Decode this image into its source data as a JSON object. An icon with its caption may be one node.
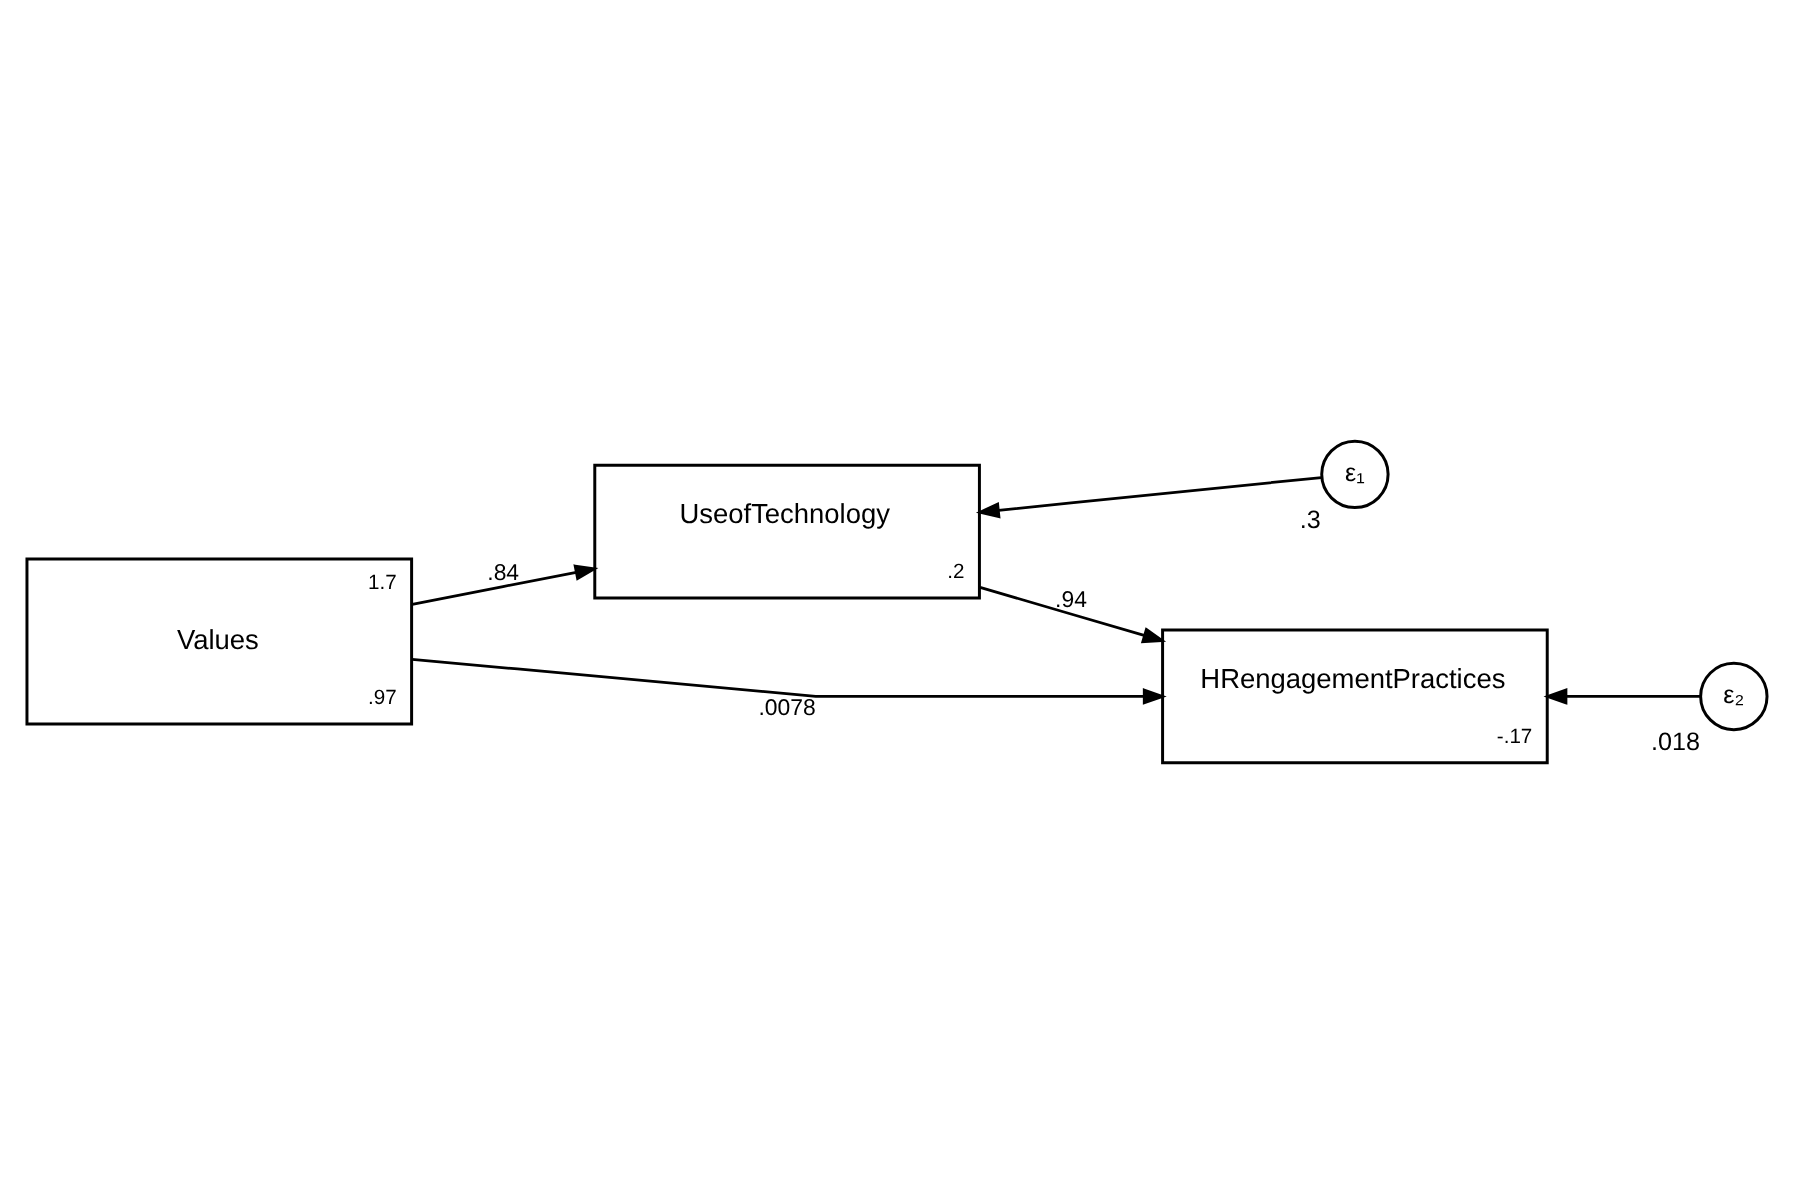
{
  "diagram": {
    "nodes": [
      {
        "text": [
          "Values",
          "1.7",
          ".97"
        ]
      },
      {
        "text": [
          "UseofTechnology",
          ".2"
        ]
      },
      {
        "text": [
          "HRengagementPractices",
          "-.17"
        ]
      },
      {
        "text": [
          "ε₁"
        ],
        "beside": [
          ".3"
        ]
      },
      {
        "text": [
          "ε₂"
        ],
        "beside": [
          ".018"
        ]
      }
    ],
    "edges": [
      {
        "from": 0,
        "to": 1,
        "arrow": "to",
        "label": ".84"
      },
      {
        "from": 1,
        "to": 2,
        "arrow": "to",
        "label": ".94"
      },
      {
        "from": 0,
        "to": 2,
        "arrow": "to",
        "label": ".0078"
      },
      {
        "from": 3,
        "to": 1,
        "arrow": "to"
      },
      {
        "from": 4,
        "to": 2,
        "arrow": "to"
      }
    ]
  }
}
